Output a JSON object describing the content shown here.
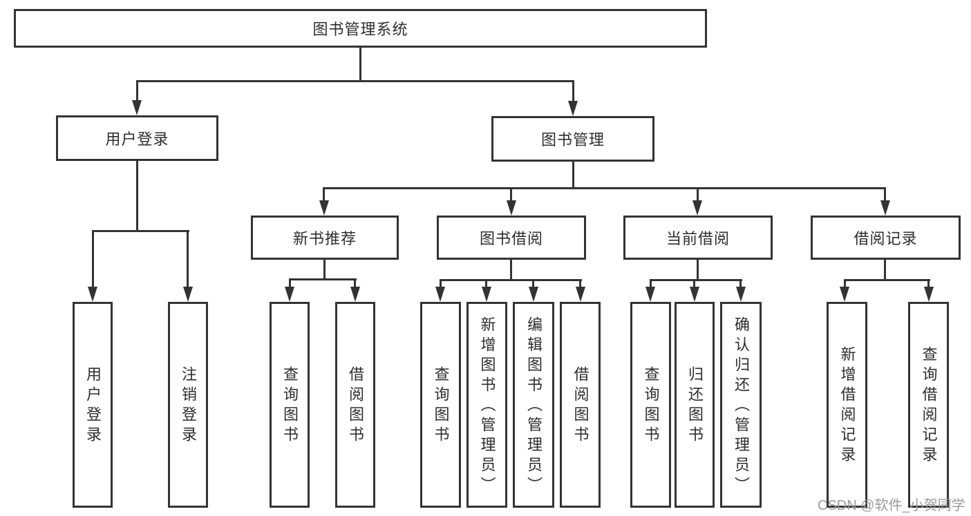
{
  "tree": {
    "root": "图书管理系统",
    "branches": [
      {
        "label": "用户登录",
        "children": [
          "用户登录",
          "注销登录"
        ]
      },
      {
        "label": "图书管理",
        "children": [
          {
            "label": "新书推荐",
            "children": [
              "查询图书",
              "借阅图书"
            ]
          },
          {
            "label": "图书借阅",
            "children": [
              "查询图书",
              "新增图书（管理员）",
              "编辑图书（管理员）",
              "借阅图书"
            ]
          },
          {
            "label": "当前借阅",
            "children": [
              "查询图书",
              "归还图书",
              "确认归还（管理员）"
            ]
          },
          {
            "label": "借阅记录",
            "children": [
              "新增借阅记录",
              "查询借阅记录"
            ]
          }
        ]
      }
    ]
  },
  "watermark": "CSDN @软件_小贺同学",
  "colors": {
    "line": "#333333",
    "text": "#2d2d2d",
    "watermark": "#9a9a9a",
    "background": "#ffffff"
  }
}
